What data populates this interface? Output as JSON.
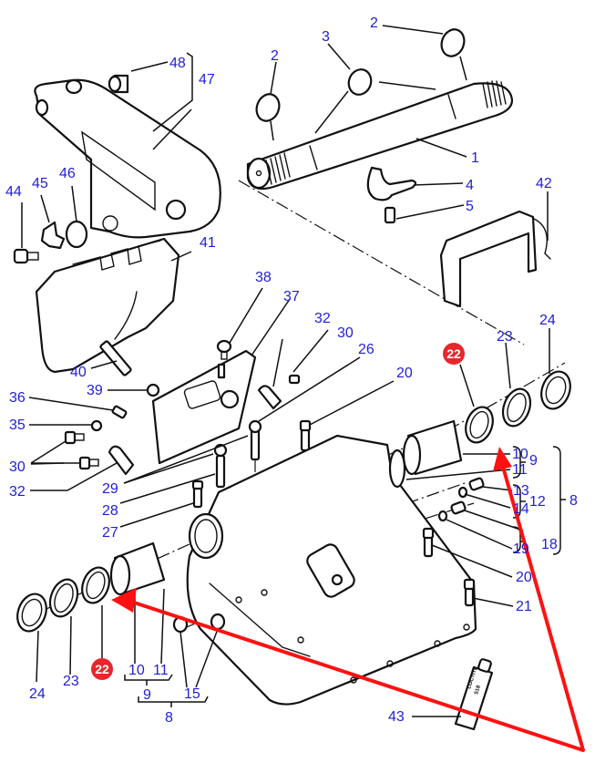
{
  "diagram": {
    "title": "Exploded parts diagram - lift shaft and hydraulic housing assembly",
    "colors": {
      "label": "#1f1fd6",
      "highlight_badge": "#e8262b",
      "arrow": "#ff1111",
      "line": "#111111"
    },
    "highlighted_part": "22",
    "tube_text": [
      "LOCTITE",
      "518"
    ],
    "callouts": [
      {
        "id": "c1",
        "label": "1"
      },
      {
        "id": "c2a",
        "label": "2"
      },
      {
        "id": "c2b",
        "label": "2"
      },
      {
        "id": "c3",
        "label": "3"
      },
      {
        "id": "c4",
        "label": "4"
      },
      {
        "id": "c5",
        "label": "5"
      },
      {
        "id": "c8",
        "label": "8"
      },
      {
        "id": "c8b",
        "label": "8"
      },
      {
        "id": "c9",
        "label": "9"
      },
      {
        "id": "c9b",
        "label": "9"
      },
      {
        "id": "c10",
        "label": "10"
      },
      {
        "id": "c10b",
        "label": "10"
      },
      {
        "id": "c11",
        "label": "11"
      },
      {
        "id": "c11b",
        "label": "11"
      },
      {
        "id": "c12",
        "label": "12"
      },
      {
        "id": "c13",
        "label": "13"
      },
      {
        "id": "c14",
        "label": "14"
      },
      {
        "id": "c15",
        "label": "15"
      },
      {
        "id": "c18",
        "label": "18"
      },
      {
        "id": "c19",
        "label": "19"
      },
      {
        "id": "c20",
        "label": "20"
      },
      {
        "id": "c20b",
        "label": "20"
      },
      {
        "id": "c21",
        "label": "21"
      },
      {
        "id": "c22",
        "label": "22"
      },
      {
        "id": "c22b",
        "label": "22"
      },
      {
        "id": "c23",
        "label": "23"
      },
      {
        "id": "c23b",
        "label": "23"
      },
      {
        "id": "c24",
        "label": "24"
      },
      {
        "id": "c24b",
        "label": "24"
      },
      {
        "id": "c26",
        "label": "26"
      },
      {
        "id": "c27",
        "label": "27"
      },
      {
        "id": "c28",
        "label": "28"
      },
      {
        "id": "c29",
        "label": "29"
      },
      {
        "id": "c30",
        "label": "30"
      },
      {
        "id": "c30b",
        "label": "30"
      },
      {
        "id": "c32",
        "label": "32"
      },
      {
        "id": "c32b",
        "label": "32"
      },
      {
        "id": "c35",
        "label": "35"
      },
      {
        "id": "c36",
        "label": "36"
      },
      {
        "id": "c37",
        "label": "37"
      },
      {
        "id": "c38",
        "label": "38"
      },
      {
        "id": "c39",
        "label": "39"
      },
      {
        "id": "c40",
        "label": "40"
      },
      {
        "id": "c41",
        "label": "41"
      },
      {
        "id": "c42",
        "label": "42"
      },
      {
        "id": "c43",
        "label": "43"
      },
      {
        "id": "c44",
        "label": "44"
      },
      {
        "id": "c45",
        "label": "45"
      },
      {
        "id": "c46",
        "label": "46"
      },
      {
        "id": "c47",
        "label": "47"
      },
      {
        "id": "c48",
        "label": "48"
      }
    ]
  }
}
